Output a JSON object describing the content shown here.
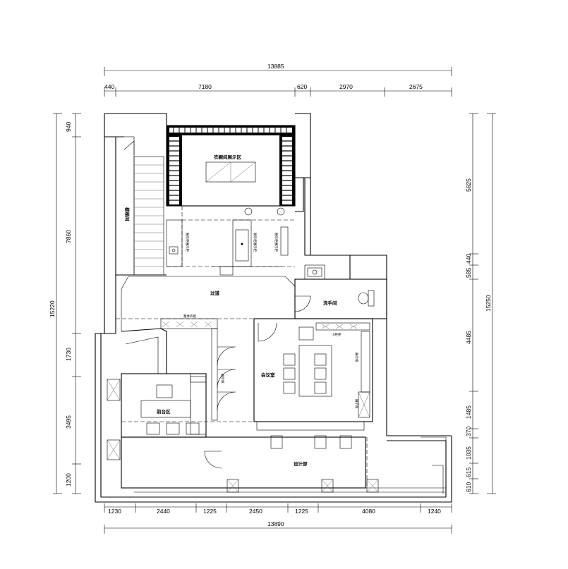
{
  "dimensions": {
    "top_total": "13885",
    "top_segments": [
      "440",
      "7180",
      "620",
      "2970",
      "2675"
    ],
    "bottom_segments": [
      "1230",
      "2440",
      "1225",
      "2450",
      "1225",
      "4080",
      "1240"
    ],
    "bottom_total": "13890",
    "left_total": "15220",
    "left_segments": [
      "940",
      "7860",
      "1730",
      "3495",
      "1200"
    ],
    "right_total": "15250",
    "right_segments": [
      "5625",
      "440",
      "585",
      "4485",
      "1485",
      "370",
      "1035",
      "615",
      "610"
    ]
  },
  "rooms": {
    "display_area": "衣橱间展示区",
    "stairwell": "楼梯间",
    "corridor": "过道",
    "washroom": "洗手间",
    "meeting_room": "会议室",
    "reception": "前台区",
    "design_dept": "设计部"
  },
  "labels": {
    "wardrobe_top": "整体衣柜",
    "small_cabinet": "小柜柜",
    "side_cabinet_a": "展示柜",
    "side_cabinet_b": "展示柜",
    "bar_cabinet": "展示柜",
    "wall_cab_1": "展示柜展示柜",
    "wall_cab_2": "展示柜展示柜",
    "wall_cab_3": "展示柜展示柜"
  },
  "colors": {
    "line": "#000000",
    "background": "#ffffff"
  }
}
